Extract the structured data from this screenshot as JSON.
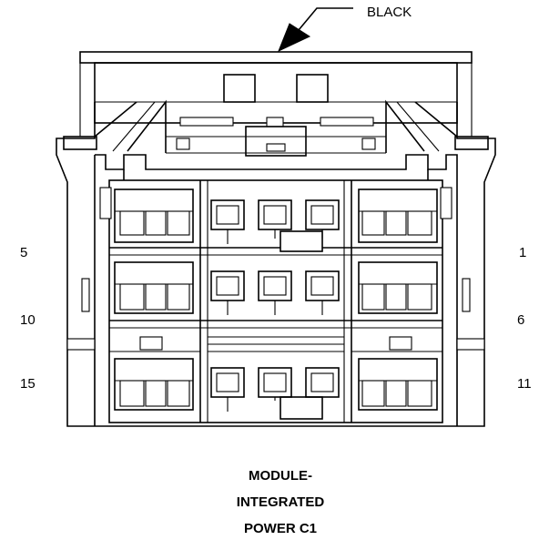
{
  "callout": {
    "color_label": "BLACK"
  },
  "pin_labels": {
    "left": [
      "5",
      "10",
      "15"
    ],
    "right": [
      "1",
      "6",
      "11"
    ]
  },
  "title_lines": [
    "MODULE-",
    "INTEGRATED",
    "POWER C1"
  ]
}
